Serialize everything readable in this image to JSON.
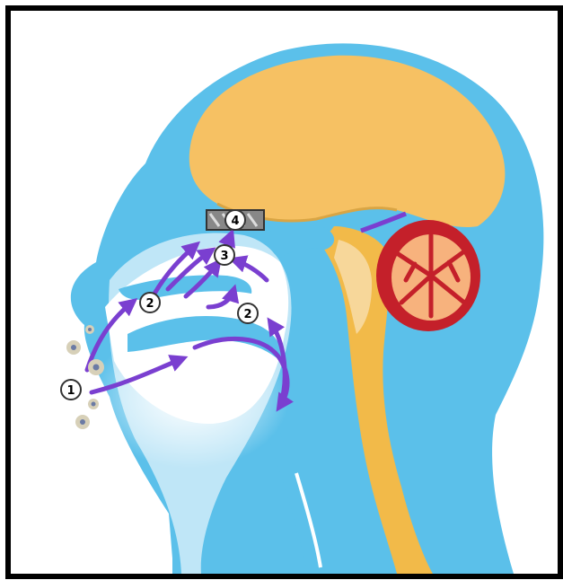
{
  "colors": {
    "skin": "#5bc0ea",
    "skin_light": "#bfe6f7",
    "brain": "#f6c163",
    "brain_edge": "#d9a544",
    "spinal": "#f2ba49",
    "cerebellum_outer": "#c4202a",
    "cerebellum_inner": "#f7b27d",
    "arrow": "#7a3fd0",
    "marker_fill": "#ffffff",
    "marker_stroke": "#333333",
    "frame": "#000000"
  },
  "markers": [
    {
      "id": "m1",
      "label": "1"
    },
    {
      "id": "m2a",
      "label": "2"
    },
    {
      "id": "m2b",
      "label": "2"
    },
    {
      "id": "m3",
      "label": "3"
    },
    {
      "id": "m4",
      "label": "4"
    }
  ],
  "icons": {
    "particle": "pollen-particle-icon",
    "olfactory_bulb": "olfactory-bulb-icon"
  }
}
